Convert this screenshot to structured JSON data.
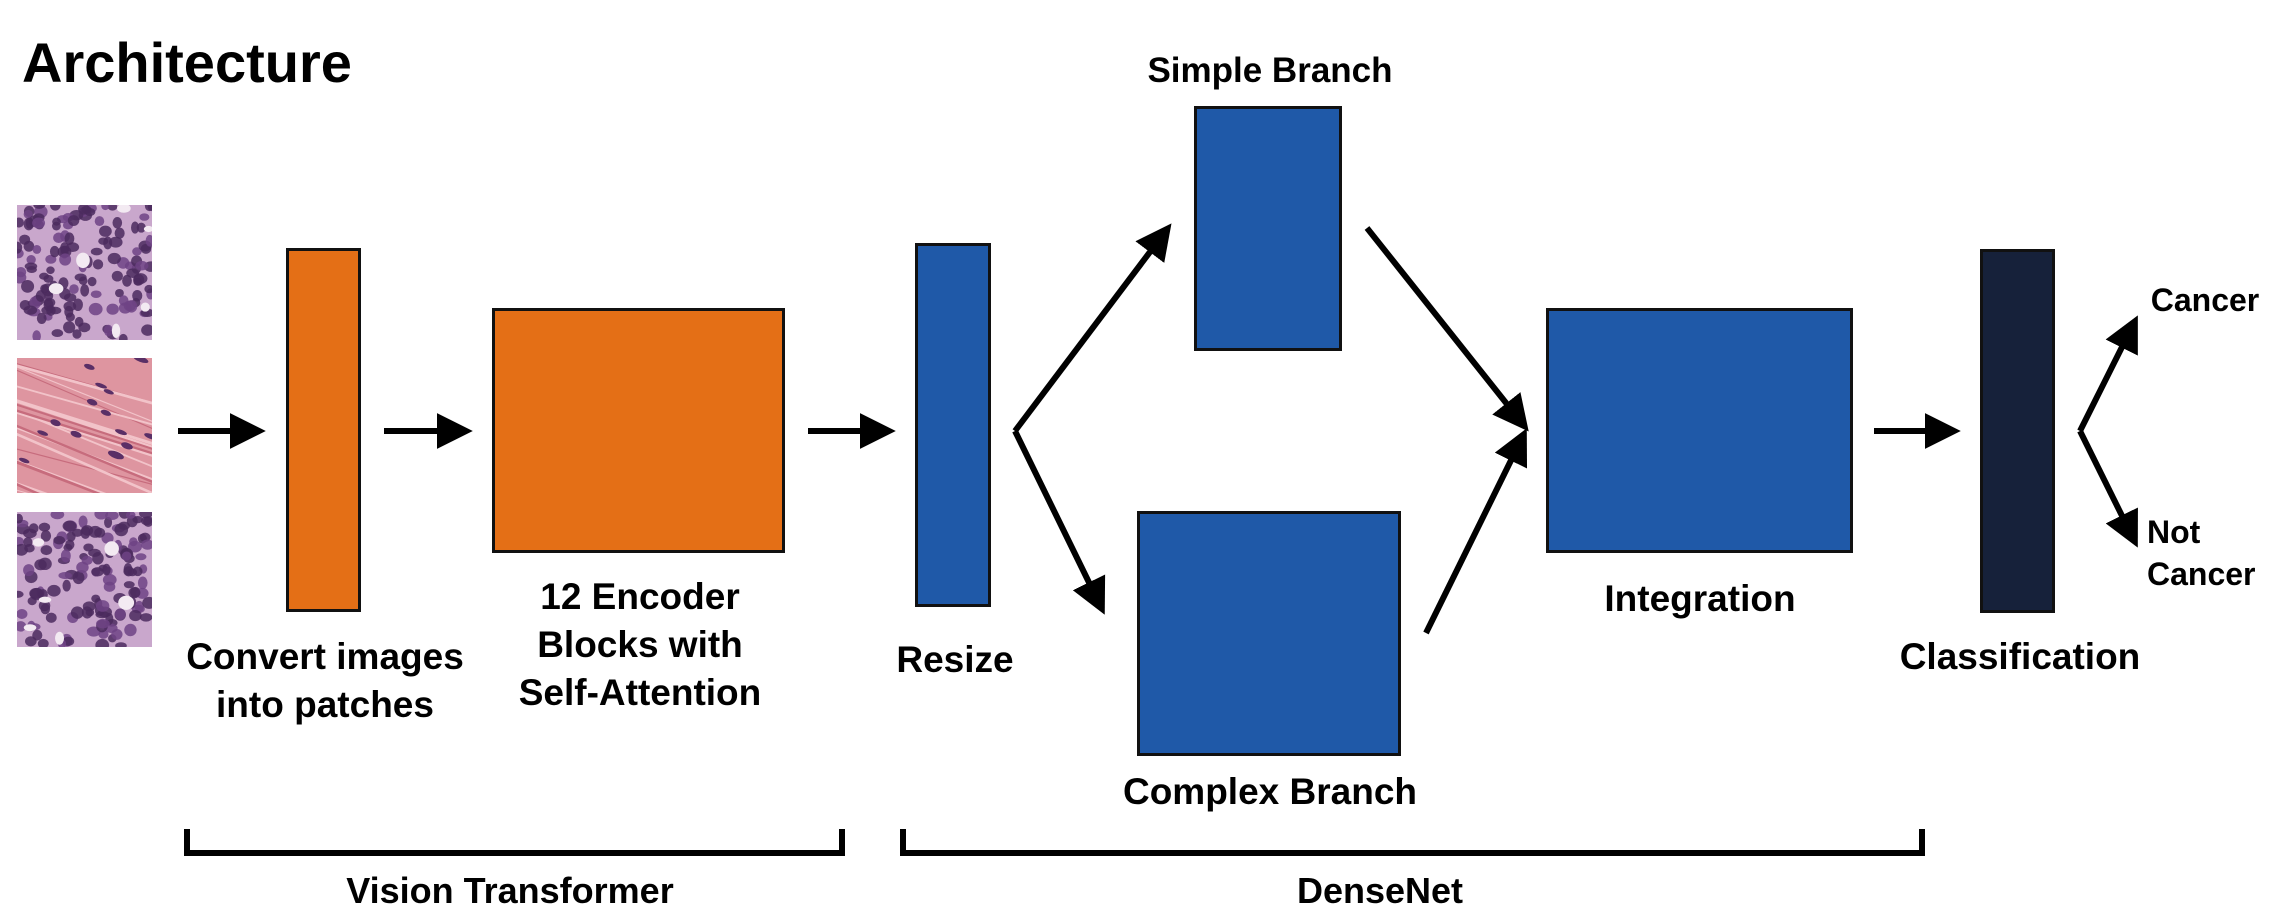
{
  "title": "Architecture",
  "colors": {
    "vit": "#E46F16",
    "densenet": "#1F59A8",
    "classifier": "#16213A",
    "arrow": "#000000",
    "tissue_purple": "#8E5A9B",
    "tissue_pink": "#D99098"
  },
  "input_images": [
    {
      "name": "histology-tile-1",
      "style": "purple"
    },
    {
      "name": "histology-tile-2",
      "style": "pink"
    },
    {
      "name": "histology-tile-3",
      "style": "purple"
    }
  ],
  "blocks": {
    "patches": {
      "label_line1": "Convert images",
      "label_line2": "into patches"
    },
    "encoder": {
      "label_line1": "12 Encoder",
      "label_line2": "Blocks with",
      "label_line3": "Self-Attention"
    },
    "resize": {
      "label": "Resize"
    },
    "simple_branch": {
      "label": "Simple Branch"
    },
    "complex_branch": {
      "label": "Complex Branch"
    },
    "integration": {
      "label": "Integration"
    },
    "classification": {
      "label": "Classification"
    }
  },
  "outputs": {
    "cancer": "Cancer",
    "not_cancer_line1": "Not",
    "not_cancer_line2": "Cancer"
  },
  "groups": {
    "vision_transformer": "Vision Transformer",
    "densenet": "DenseNet"
  }
}
